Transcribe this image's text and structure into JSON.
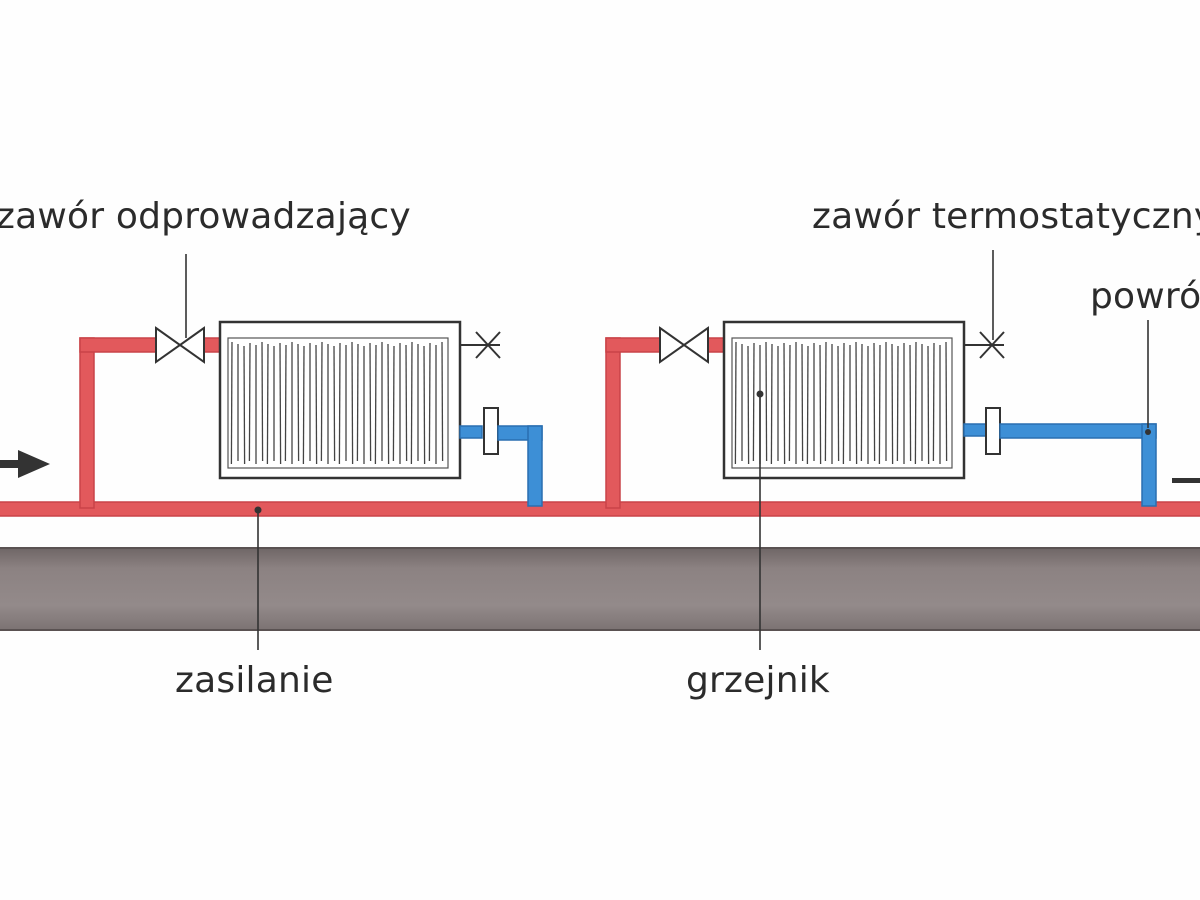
{
  "labels": {
    "drain_valve": "zawór odprowadzający",
    "thermostatic_valve": "zawór termostatyczny",
    "return_line": "powró",
    "supply_line": "zasilanie",
    "radiator": "grzejnik"
  },
  "colors": {
    "supply_pipe": "#e2595c",
    "return_pipe": "#3d8fd6",
    "floor_slab": "#8a7f7f",
    "outline": "#333333"
  }
}
